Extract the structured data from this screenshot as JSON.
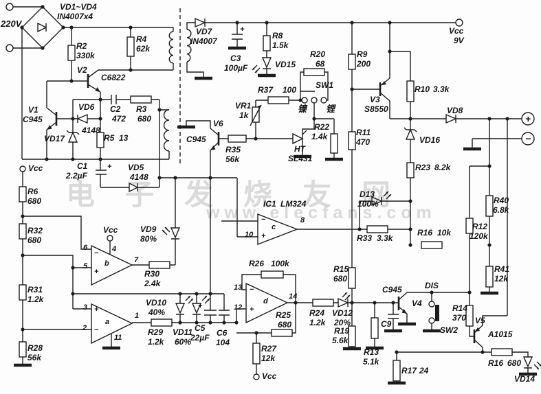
{
  "watermark": {
    "line1": "电子发烧友网",
    "line2": "www.elecfans.com"
  },
  "labels": {
    "ac": "220V",
    "vcc": "Vcc",
    "vcc9": "9V",
    "plus": "+",
    "minus": "−",
    "nickel": "镍",
    "lithium": "锂",
    "dis": "DIS",
    "sw1": "SW1",
    "sw2": "SW2",
    "ic_ref": "IC1",
    "ic_part": "LM324"
  },
  "pins": {
    "p1": "1",
    "p2": "2",
    "p3": "3",
    "p4": "4",
    "p5": "5",
    "p6": "6",
    "p7": "7",
    "p8": "8",
    "p10": "10",
    "p11": "11",
    "p12": "12",
    "p13": "13",
    "p14": "14",
    "a": "a",
    "b": "b",
    "c": "c",
    "d": "d"
  },
  "p": {
    "bridge": {
      "r": "VD1~VD4",
      "v": "IN4007x4"
    },
    "r2": {
      "r": "R2",
      "v": "330k"
    },
    "r4": {
      "r": "R4",
      "v": "62k"
    },
    "v2": {
      "r": "V2",
      "v": "C6822"
    },
    "v1": {
      "r": "V1",
      "v": "C945"
    },
    "vd6": {
      "r": "VD6",
      "v": "4148"
    },
    "c2": {
      "r": "C2",
      "v": "472"
    },
    "r3": {
      "r": "R3",
      "v": "680"
    },
    "vd17": {
      "r": "VD17"
    },
    "r5": {
      "r": "R5",
      "v": "13"
    },
    "c1": {
      "r": "C1",
      "v": "2.2µF"
    },
    "vd5": {
      "r": "VD5",
      "v": "4148"
    },
    "vd7": {
      "r": "VD7",
      "v": "IN4007"
    },
    "c3": {
      "r": "C3",
      "v": "100µF"
    },
    "r8": {
      "r": "R8",
      "v": "1.5k"
    },
    "vd15": {
      "r": "VD15"
    },
    "r20": {
      "r": "R20",
      "v": "68"
    },
    "r37": {
      "r": "R37",
      "v": "100"
    },
    "vr1": {
      "r": "VR1",
      "v": "1k"
    },
    "r35": {
      "r": "R35",
      "v": "56k"
    },
    "v6": {
      "r": "V6",
      "v": "C945"
    },
    "ht": {
      "r": "HT",
      "v": "SL431"
    },
    "r22": {
      "r": "R22",
      "v": "1.4k"
    },
    "r9": {
      "r": "R9",
      "v": "200"
    },
    "r11": {
      "r": "R11",
      "v": "470"
    },
    "v3": {
      "r": "V3",
      "v": "S8550"
    },
    "r10": {
      "r": "R10",
      "v": "3.3k"
    },
    "vd8": {
      "r": "VD8"
    },
    "vd16": {
      "r": "VD16"
    },
    "r23": {
      "r": "R23",
      "v": "8.2k"
    },
    "r40": {
      "r": "R40",
      "v": "6.8k"
    },
    "r12": {
      "r": "R12",
      "v": "120k"
    },
    "r41": {
      "r": "R41",
      "v": "12k"
    },
    "r16a": {
      "r": "R16",
      "v": "10k"
    },
    "d13": {
      "r": "D13",
      "v": "100%"
    },
    "r33": {
      "r": "R33",
      "v": "3.3k"
    },
    "r6": {
      "r": "R6",
      "v": "680"
    },
    "r32": {
      "r": "R32",
      "v": "680"
    },
    "r31": {
      "r": "R31",
      "v": "1.2k"
    },
    "r28": {
      "r": "R28",
      "v": "56k"
    },
    "vd9": {
      "r": "VD9",
      "v": "80%"
    },
    "r30": {
      "r": "R30",
      "v": "2.4k"
    },
    "vd10": {
      "r": "VD10",
      "v": "40%"
    },
    "r29": {
      "r": "R29",
      "v": "1.2k"
    },
    "vd11": {
      "r": "VD11",
      "v": "60%"
    },
    "c5": {
      "r": "C5",
      "v": "22µF"
    },
    "c6": {
      "r": "C6",
      "v": "104"
    },
    "r26": {
      "r": "R26",
      "v": "100k"
    },
    "r25": {
      "r": "R25",
      "v": "680"
    },
    "r27": {
      "r": "R27",
      "v": "12k"
    },
    "r24": {
      "r": "R24",
      "v": "1.2k"
    },
    "vd12": {
      "r": "VD12",
      "v": "20%"
    },
    "r15": {
      "r": "R15",
      "v": "680"
    },
    "r19": {
      "r": "R19",
      "v": "5.6k"
    },
    "r13": {
      "r": "R13",
      "v": "5.1k"
    },
    "c9": {
      "r": "C9"
    },
    "v4": {
      "r": "V4",
      "v": "C945"
    },
    "r14": {
      "r": "R14",
      "v": "370"
    },
    "v5": {
      "r": "V5",
      "v": "A1015"
    },
    "r16b": {
      "r": "R16",
      "v": "680"
    },
    "r17": {
      "r": "R17",
      "v": "24"
    },
    "vd14": {
      "r": "VD14"
    }
  }
}
